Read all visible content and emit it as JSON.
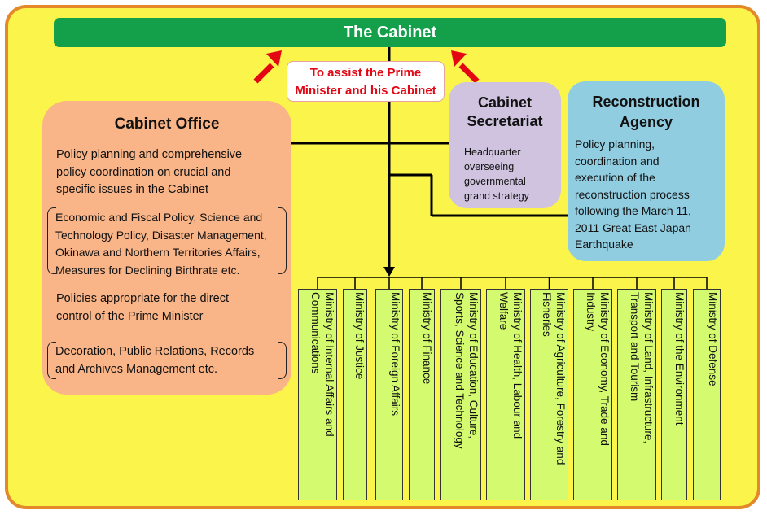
{
  "cabinet": {
    "title": "The Cabinet"
  },
  "assist_note": {
    "text": "To assist the Prime\nMinister and his Cabinet"
  },
  "cabinet_office": {
    "title": "Cabinet Office",
    "para1": "Policy planning and comprehensive\npolicy coordination on crucial and\nspecific issues  in the Cabinet",
    "para2": "Economic and Fiscal Policy, Science and\nTechnology Policy, Disaster Management,\nOkinawa and Northern Territories Affairs,\nMeasures for Declining Birthrate etc.",
    "para3": "Policies  appropriate for the direct\ncontrol of the Prime Minister",
    "para4": "  Decoration, Public Relations, Records\nand Archives Management etc."
  },
  "cabinet_secretariat": {
    "title": "Cabinet\nSecretariat",
    "text": "Headquarter\noverseeing\ngovernmental\ngrand strategy"
  },
  "reconstruction_agency": {
    "title": "Reconstruction\nAgency",
    "text": "Policy planning,\ncoordination and\nexecution of  the\nreconstruction process\nfollowing the March 11,\n2011 Great East Japan\nEarthquake"
  },
  "ministries": [
    "Ministry of Internal Affairs and\nCommunications",
    "Ministry of Justice",
    "Ministry of Foreign Affairs",
    "Ministry of Finance",
    "Ministry of Education, Culture,\nSports, Science and Technology",
    "Ministry of Health, Labour and\nWelfare",
    "Ministry of Agriculture, Forestry and\nFisheries",
    "Ministry of Economy, Trade and\nIndustry",
    "Ministry of Land, Infrastructure,\nTransport and Tourism",
    "Ministry of the Environment",
    "Ministry of Defense"
  ],
  "colors": {
    "background": "#fbf54b",
    "border": "#e3892a",
    "cabinet": "#14a04b",
    "office": "#f9b487",
    "secretariat": "#cfc3df",
    "reconstruction": "#91cde0",
    "ministry": "#d4fb6f",
    "arrow": "#e30613"
  }
}
